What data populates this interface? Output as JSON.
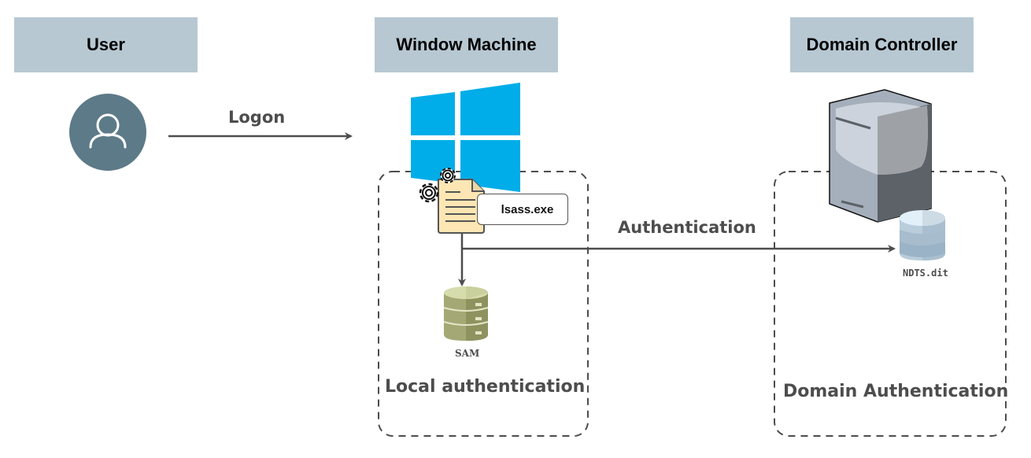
{
  "columns": {
    "user": {
      "title": "User"
    },
    "machine": {
      "title": "Window Machine"
    },
    "controller": {
      "title": "Domain Controller"
    }
  },
  "edges": {
    "logon": {
      "label": "Logon"
    },
    "authentication": {
      "label": "Authentication"
    }
  },
  "nodes": {
    "user_avatar": {
      "icon": "user-icon"
    },
    "windows_logo": {
      "icon": "windows-logo-icon"
    },
    "lsass": {
      "label": "lsass.exe",
      "icon": "process-file-icon"
    },
    "sam": {
      "label": "SAM",
      "icon": "database-icon"
    },
    "server": {
      "icon": "server-icon"
    },
    "ntds": {
      "label": "NDTS.dit",
      "icon": "database-icon"
    }
  },
  "groups": {
    "local": {
      "label": "Local authentication"
    },
    "domain": {
      "label": "Domain Authentication"
    }
  },
  "colors": {
    "header_bg": "#b7c8d2",
    "avatar_bg": "#5d7a88",
    "windows_blue": "#00ade9",
    "sam_green": "#a4a874",
    "ntds_blue": "#b9cddb",
    "arrow": "#4d4d4d"
  }
}
